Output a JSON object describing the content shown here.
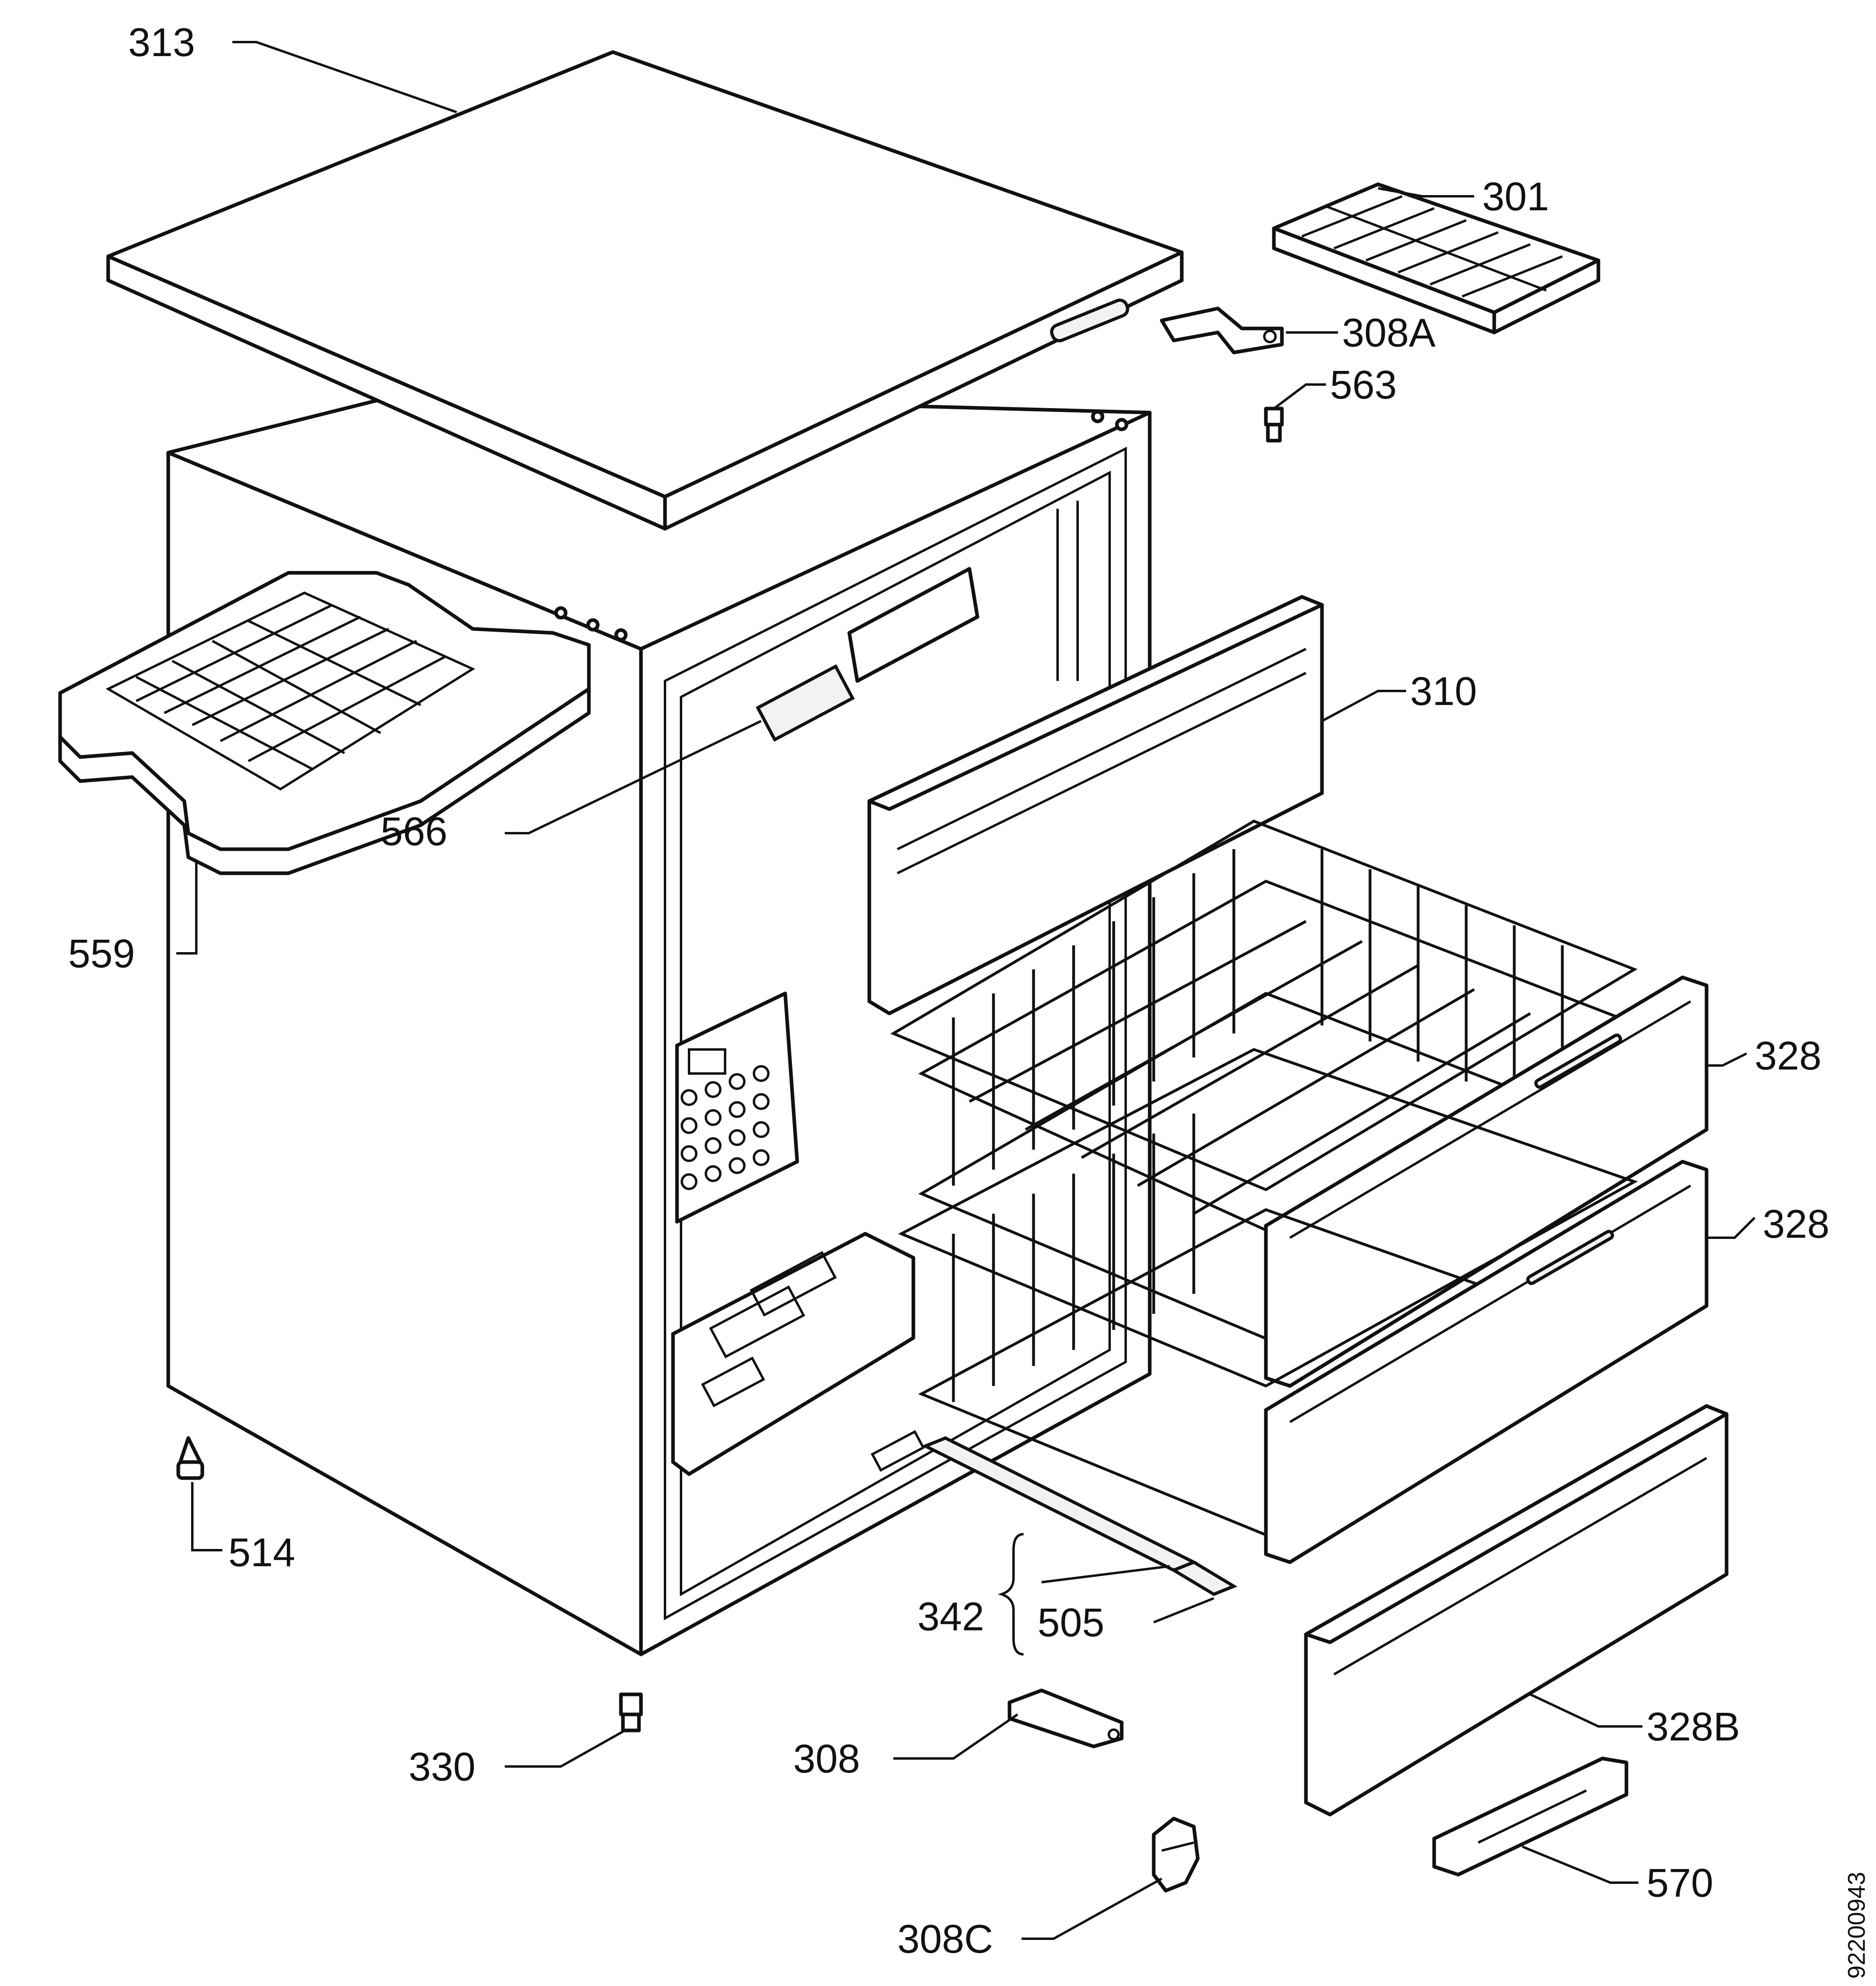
{
  "labels": {
    "l313": "313",
    "l301": "301",
    "l308a": "308A",
    "l563": "563",
    "l310": "310",
    "l566": "566",
    "l559": "559",
    "l328_upper": "328",
    "l328_lower": "328",
    "l514": "514",
    "l342": "342",
    "l505": "505",
    "l328b": "328B",
    "l330": "330",
    "l308": "308",
    "l570": "570",
    "l308c": "308C",
    "drawing_number": "92200943"
  }
}
